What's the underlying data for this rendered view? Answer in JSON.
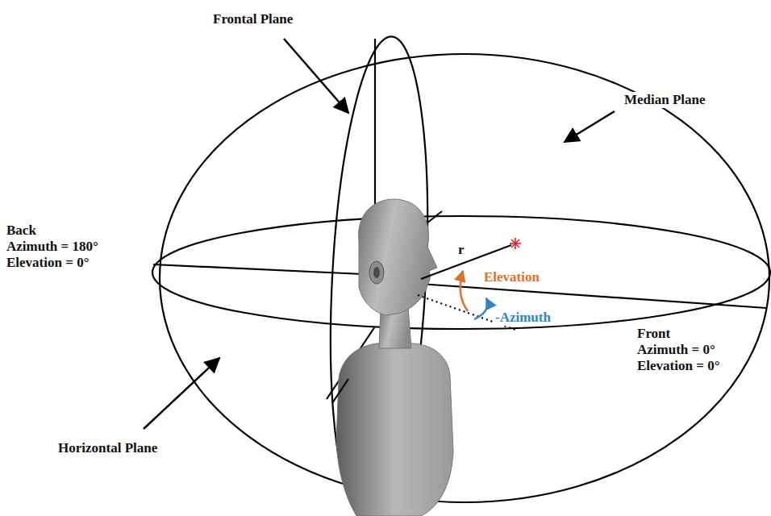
{
  "diagram": {
    "labels": [
      "Frontal Plane",
      "Median Plane",
      "Back",
      "Azimuth = 180°",
      "Elevation = 0°",
      "r",
      "Elevation",
      "-Azimuth",
      "Front",
      "Azimuth = 0°",
      "Elevation = 0°",
      "Horizontal Plane"
    ]
  }
}
